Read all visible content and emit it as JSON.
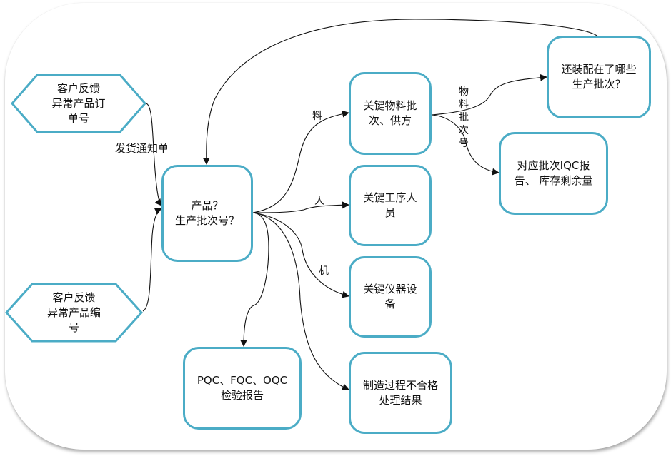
{
  "diagram": {
    "type": "traceability-flowchart",
    "accent_color": "#4BACC6",
    "line_color": "#111111",
    "inputs": [
      {
        "id": "order",
        "shape": "hexagon",
        "lines": [
          "客户反馈",
          "异常产品订",
          "单号"
        ]
      },
      {
        "id": "serial",
        "shape": "hexagon",
        "lines": [
          "客户反馈",
          "异常产品编",
          "号"
        ]
      }
    ],
    "center": {
      "id": "product",
      "lines": [
        "产品？",
        "生产批次号？"
      ]
    },
    "nodes": {
      "material": {
        "lines": [
          "关键物料批",
          "次、供方"
        ]
      },
      "staff": {
        "lines": [
          "关键工序人",
          "员"
        ]
      },
      "equipment": {
        "lines": [
          "关键仪器设",
          "备"
        ]
      },
      "nonconform": {
        "lines": [
          "制造过程不合格",
          "处理结果"
        ]
      },
      "inspection": {
        "lines": [
          "PQC、FQC、OQC",
          "检验报告"
        ]
      },
      "assembled": {
        "lines": [
          "还装配在了哪些",
          "生产批次？"
        ]
      },
      "iqc": {
        "lines": [
          "对应批次IQC报",
          "告、 库存剩余量"
        ]
      }
    },
    "edge_labels": {
      "delivery_note": "发货通知单",
      "material": "料",
      "person": "人",
      "machine": "机",
      "material_batch_vertical": [
        "物",
        "料",
        "批",
        "次",
        "号"
      ]
    },
    "edges": [
      {
        "from": "order",
        "to": "product",
        "label": "发货通知单"
      },
      {
        "from": "serial",
        "to": "product"
      },
      {
        "from": "product",
        "to": "material",
        "label": "料"
      },
      {
        "from": "product",
        "to": "staff",
        "label": "人"
      },
      {
        "from": "product",
        "to": "equipment",
        "label": "机"
      },
      {
        "from": "product",
        "to": "nonconform"
      },
      {
        "from": "product",
        "to": "inspection"
      },
      {
        "from": "material",
        "to": "assembled",
        "label": "物料批次号"
      },
      {
        "from": "material",
        "to": "iqc",
        "label": "物料批次号"
      },
      {
        "from": "assembled",
        "to": "product"
      }
    ]
  }
}
